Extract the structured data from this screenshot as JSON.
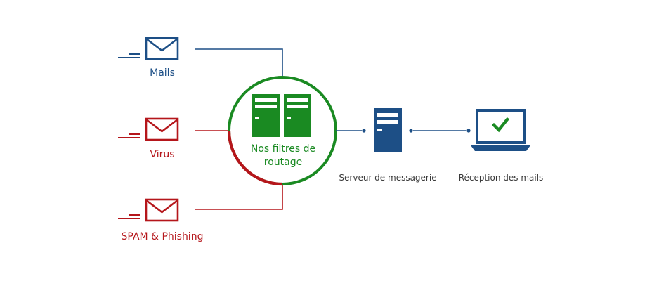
{
  "colors": {
    "blue": "#1d4f86",
    "red": "#b5161b",
    "green": "#1a8a22",
    "caption": "#3a3a3a",
    "background": "#ffffff"
  },
  "sources": [
    {
      "label": "Mails",
      "status": "clean",
      "color": "#1d4f86",
      "icon": "envelope-icon"
    },
    {
      "label": "Virus",
      "status": "threat",
      "color": "#b5161b",
      "icon": "envelope-icon"
    },
    {
      "label": "SPAM & Phishing",
      "status": "threat",
      "color": "#b5161b",
      "icon": "envelope-icon"
    }
  ],
  "hub": {
    "line1": "Nos filtres de",
    "line2": "routage",
    "icon": "server-rack-icon",
    "color": "#1a8a22"
  },
  "server": {
    "label": "Serveur de messagerie",
    "icon": "server-tower-icon"
  },
  "reception": {
    "label": "Réception des mails",
    "icon": "laptop-check-icon"
  }
}
